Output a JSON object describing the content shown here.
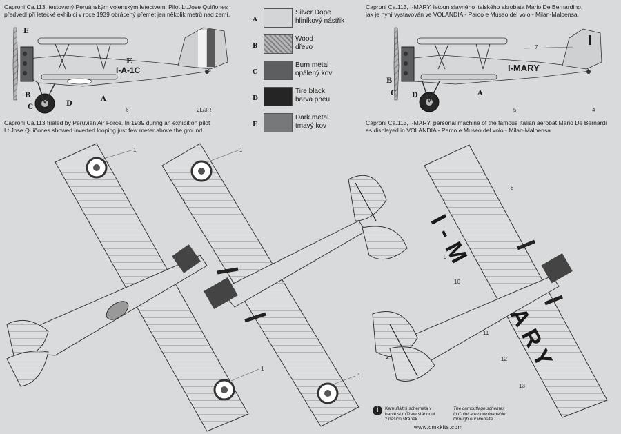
{
  "captions": {
    "left_cz": [
      "Caproni Ca.113, testovaný Peruánským vojenským letectvem. Pilot Lt.Jose Quiñones",
      "předvedl při letecké exhibici v roce 1939 obrácený přemet jen několik metrů nad zemí."
    ],
    "left_en": [
      "Caproni Ca.113 trialed by Peruvian Air Force. In 1939 during an exhibition pilot",
      "Lt.Jose Quiñones showed inverted looping just few meter above the ground."
    ],
    "right_cz": [
      "Caproni Ca.113, I-MARY, letoun slavného italského akrobata Mario De Bernardiho,",
      "jak je nyní vystavován ve VOLANDIA - Parco e Museo del volo - Milan-Malpensa."
    ],
    "right_en": [
      "Caproni Ca.113, I-MARY, personal machine of the famous Italian aerobat Mario De Bernardi",
      "as displayed in VOLANDIA - Parco e Museo del volo - Milan-Malpensa."
    ]
  },
  "legend": [
    {
      "letter": "A",
      "line1": "Silver Dope",
      "line2": "hliníkový nástřik",
      "color": "#d4d5d7",
      "pattern": "plain"
    },
    {
      "letter": "B",
      "line1": "Wood",
      "line2": "dřevo",
      "color": "#a9a9ab",
      "pattern": "hatch"
    },
    {
      "letter": "C",
      "line1": "Burn metal",
      "line2": "opálený kov",
      "color": "#5d5e60",
      "pattern": "plain"
    },
    {
      "letter": "D",
      "line1": "Tire black",
      "line2": "barva pneu",
      "color": "#252526",
      "pattern": "plain"
    },
    {
      "letter": "E",
      "line1": "Dark metal",
      "line2": "tmavý kov",
      "color": "#77787a",
      "pattern": "plain"
    }
  ],
  "left_plane": {
    "registration": "I-A-1C",
    "fin_letter": "E",
    "labels": {
      "e": "E",
      "b": "B",
      "c": "C",
      "d": "D",
      "a": "A",
      "n6": "6",
      "tail": "2L/3R"
    }
  },
  "right_plane": {
    "registration": "I-MARY",
    "fin_letter": "I",
    "labels": {
      "b": "B",
      "c": "C",
      "d": "D",
      "a": "A",
      "n7": "7",
      "n5": "5",
      "n4": "4"
    }
  },
  "top_view_callouts": {
    "n1a": "1",
    "n1b": "1",
    "n1c": "1",
    "n1d": "1",
    "n8": "8",
    "n9": "9",
    "n10": "10",
    "n11": "11",
    "n12": "12",
    "n13": "13"
  },
  "wing_text": {
    "left": "I-M",
    "right": "ARY"
  },
  "footer": {
    "cz": [
      "Kamuflážní schémata v",
      "barvě si můžete stáhnout",
      "z našich stránek"
    ],
    "en": [
      "The camouflage schemes",
      "in Color are downloadable",
      "through our website"
    ],
    "url": "www.cmkkits.com",
    "info_glyph": "i"
  }
}
